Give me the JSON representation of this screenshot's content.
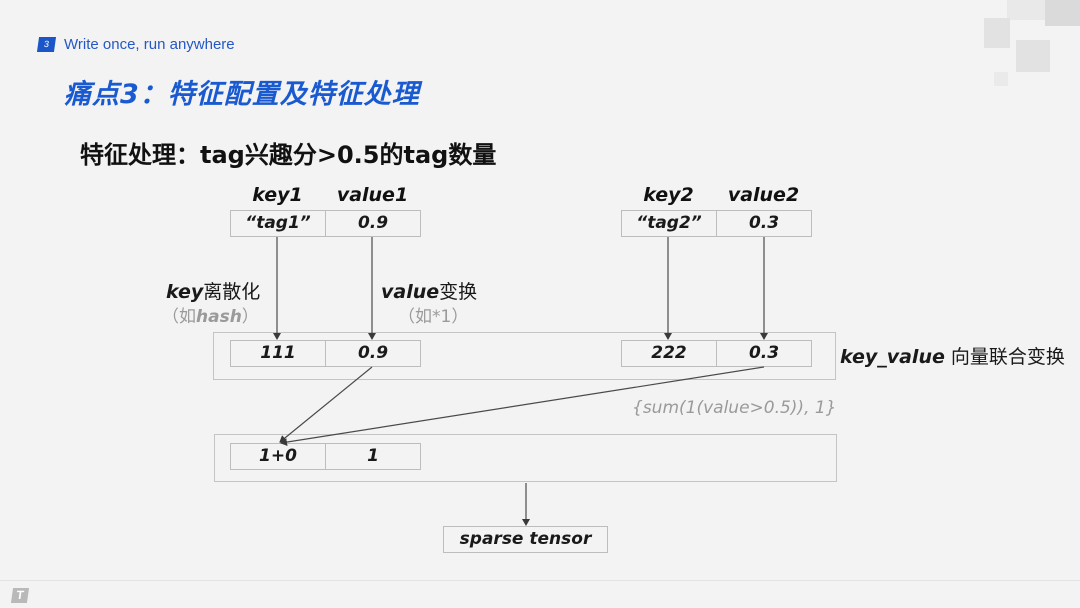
{
  "header": {
    "section_number": "3",
    "section_label": "Write once, run anywhere",
    "title": "痛点3：特征配置及特征处理"
  },
  "subtitle": "特征处理：tag兴趣分>0.5的tag数量",
  "inputs": [
    {
      "key_header": "key1",
      "value_header": "value1",
      "key": "“tag1”",
      "value": "0.9"
    },
    {
      "key_header": "key2",
      "value_header": "value2",
      "key": "“tag2”",
      "value": "0.3"
    }
  ],
  "transforms": {
    "key_label_prefix": "key",
    "key_label_suffix": "离散化",
    "key_hint_open": "（如",
    "key_hint_term": "hash",
    "key_hint_close": "）",
    "value_label_prefix": "value",
    "value_label_suffix": "变换",
    "value_hint": "（如*1）"
  },
  "transformed": [
    {
      "key": "111",
      "value": "0.9"
    },
    {
      "key": "222",
      "value": "0.3"
    }
  ],
  "joint_label_term": "key_value",
  "joint_label_text": " 向量联合变换",
  "formula": "{sum(1(value>0.5)), 1}",
  "result": {
    "key": "1+0",
    "value": "1"
  },
  "output": "sparse tensor",
  "colors": {
    "accent": "#1a56c8",
    "title": "#1a5ad0",
    "background": "#f3f3f3",
    "border": "#bdbdbd",
    "hint": "#9a9a9a"
  }
}
